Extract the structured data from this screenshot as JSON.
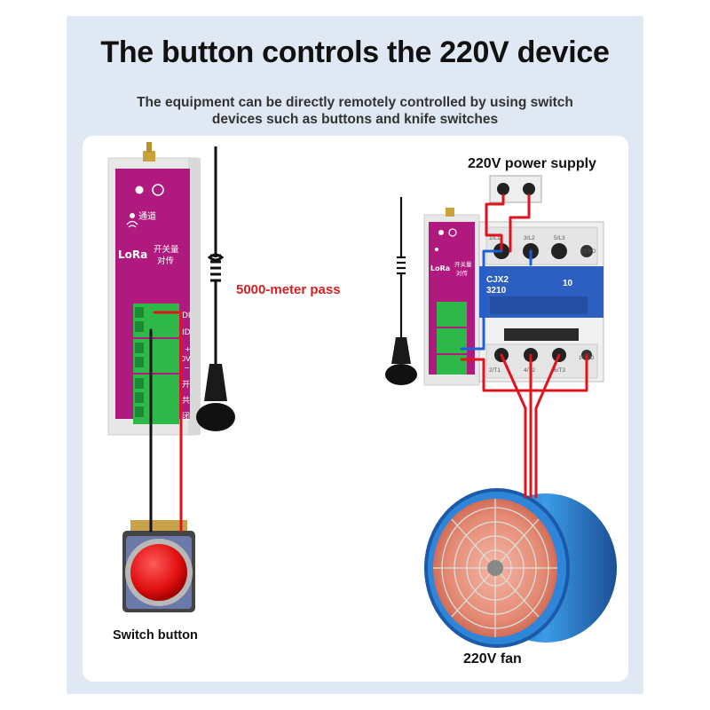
{
  "header": {
    "title": "The button controls the 220V device",
    "subtitle_line1": "The equipment can be directly remotely controlled by using switch",
    "subtitle_line2": "devices such as buttons and knife switches"
  },
  "labels": {
    "range": "5000-meter pass",
    "power_supply": "220V power supply",
    "switch_button": "Switch button",
    "fan": "220V fan"
  },
  "device_large": {
    "channel_text": "通道",
    "module_text_1": "开关量",
    "module_text_2": "对传",
    "lora": "LoRa",
    "term_di": "DI",
    "term_id": "ID",
    "term_v_plus": "+",
    "term_v": "0V",
    "term_v_minus": "−",
    "term_k1": "开",
    "term_k2": "共",
    "term_k3": "闭"
  },
  "device_small": {
    "module_text_1": "开关量",
    "module_text_2": "对传",
    "lora": "LoRa"
  },
  "contactor": {
    "model": "CJX2",
    "rating": "3210",
    "aux": "10",
    "t1": "1/L1",
    "t2": "3/L2",
    "t3": "5/L3",
    "t4": "13 NO",
    "b1": "2/T1",
    "b2": "4/T2",
    "b3": "6/T3",
    "b4": "14 NO"
  },
  "colors": {
    "device_magenta": "#b0197e",
    "wire_red": "#e0141c",
    "wire_blue": "#1f5fd6",
    "terminal_green": "#2eb84a",
    "contactor_blue": "#2d5fc0",
    "fan_blue": "#2f86d8"
  }
}
